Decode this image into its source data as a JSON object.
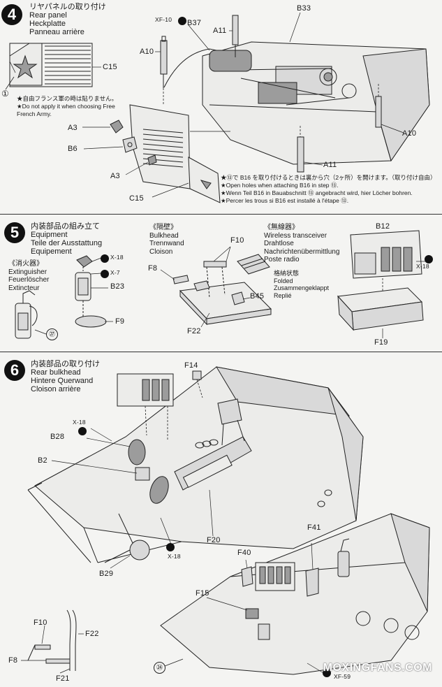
{
  "step4": {
    "number": "4",
    "title_jp": "リヤパネルの取り付け",
    "title_en": "Rear panel",
    "title_de": "Heckplatte",
    "title_fr": "Panneau arrière",
    "part_labels": {
      "xf10": "XF-10",
      "b37": "B37",
      "a11_top": "A11",
      "b33": "B33",
      "a10_left": "A10",
      "c15_top": "C15",
      "a3_top": "A3",
      "b6": "B6",
      "a3_bottom": "A3",
      "c15_bottom": "C15",
      "a10_right": "A10",
      "a11_bottom": "A11",
      "circle1": "①"
    },
    "free_french_notes": [
      "★自由フランス軍の時は貼りません。",
      "★Do not apply it when choosing Free",
      "French Army."
    ],
    "b16_notes": [
      "★⑬で B16 を取り付けるときは裏から穴（2ヶ所）を開けます。（取り付け自由）",
      "★Open holes when attaching B16 in step ⑬.",
      "★Wenn Teil B16 in Bauabschnitt ⑬ angebracht wird, hier Löcher bohren.",
      "★Percer les trous si B16 est installé à l'étape ⑬."
    ]
  },
  "step5": {
    "number": "5",
    "title_jp": "内装部品の組み立て",
    "title_en": "Equipment",
    "title_de": "Teile der Ausstattung",
    "title_fr": "Equipement",
    "extinguisher": {
      "heading_jp": "《消火器》",
      "heading_en": "Extinguisher",
      "heading_de": "Feuerlöscher",
      "heading_fr": "Extincteur",
      "circle27": "㉗"
    },
    "bulkhead": {
      "heading_jp": "《隔壁》",
      "heading_en": "Bulkhead",
      "heading_de": "Trennwand",
      "heading_fr": "Cloison"
    },
    "radio": {
      "heading_jp": "《無線器》",
      "heading_en": "Wireless transceiver",
      "heading_de": "Drahtlose",
      "heading_de2": "Nachrichtenübermittlung",
      "heading_fr": "Poste radio"
    },
    "folded": {
      "jp": "格納状態",
      "en": "Folded",
      "de": "Zusammengeklappt",
      "fr": "Replié"
    },
    "part_labels": {
      "x18_a": "X-18",
      "x7": "X-7",
      "b23": "B23",
      "f9": "F9",
      "f10": "F10",
      "f8": "F8",
      "b45": "B45",
      "f22": "F22",
      "b12": "B12",
      "x18_b": "X-18",
      "f19": "F19"
    }
  },
  "step6": {
    "number": "6",
    "title_jp": "内装部品の取り付け",
    "title_en": "Rear bulkhead",
    "title_de": "Hintere Querwand",
    "title_fr": "Cloison arrière",
    "part_labels": {
      "f14": "F14",
      "x18_a": "X-18",
      "b28": "B28",
      "b2": "B2",
      "f20": "F20",
      "x18_b": "X-18",
      "b29": "B29",
      "f41": "F41",
      "f40": "F40",
      "f15": "F15",
      "f10": "F10",
      "f22": "F22",
      "f8": "F8",
      "f21": "F21",
      "xf59": "XF-59",
      "circle24": "㉔"
    }
  },
  "watermark": "MOXINGFANS.COM"
}
